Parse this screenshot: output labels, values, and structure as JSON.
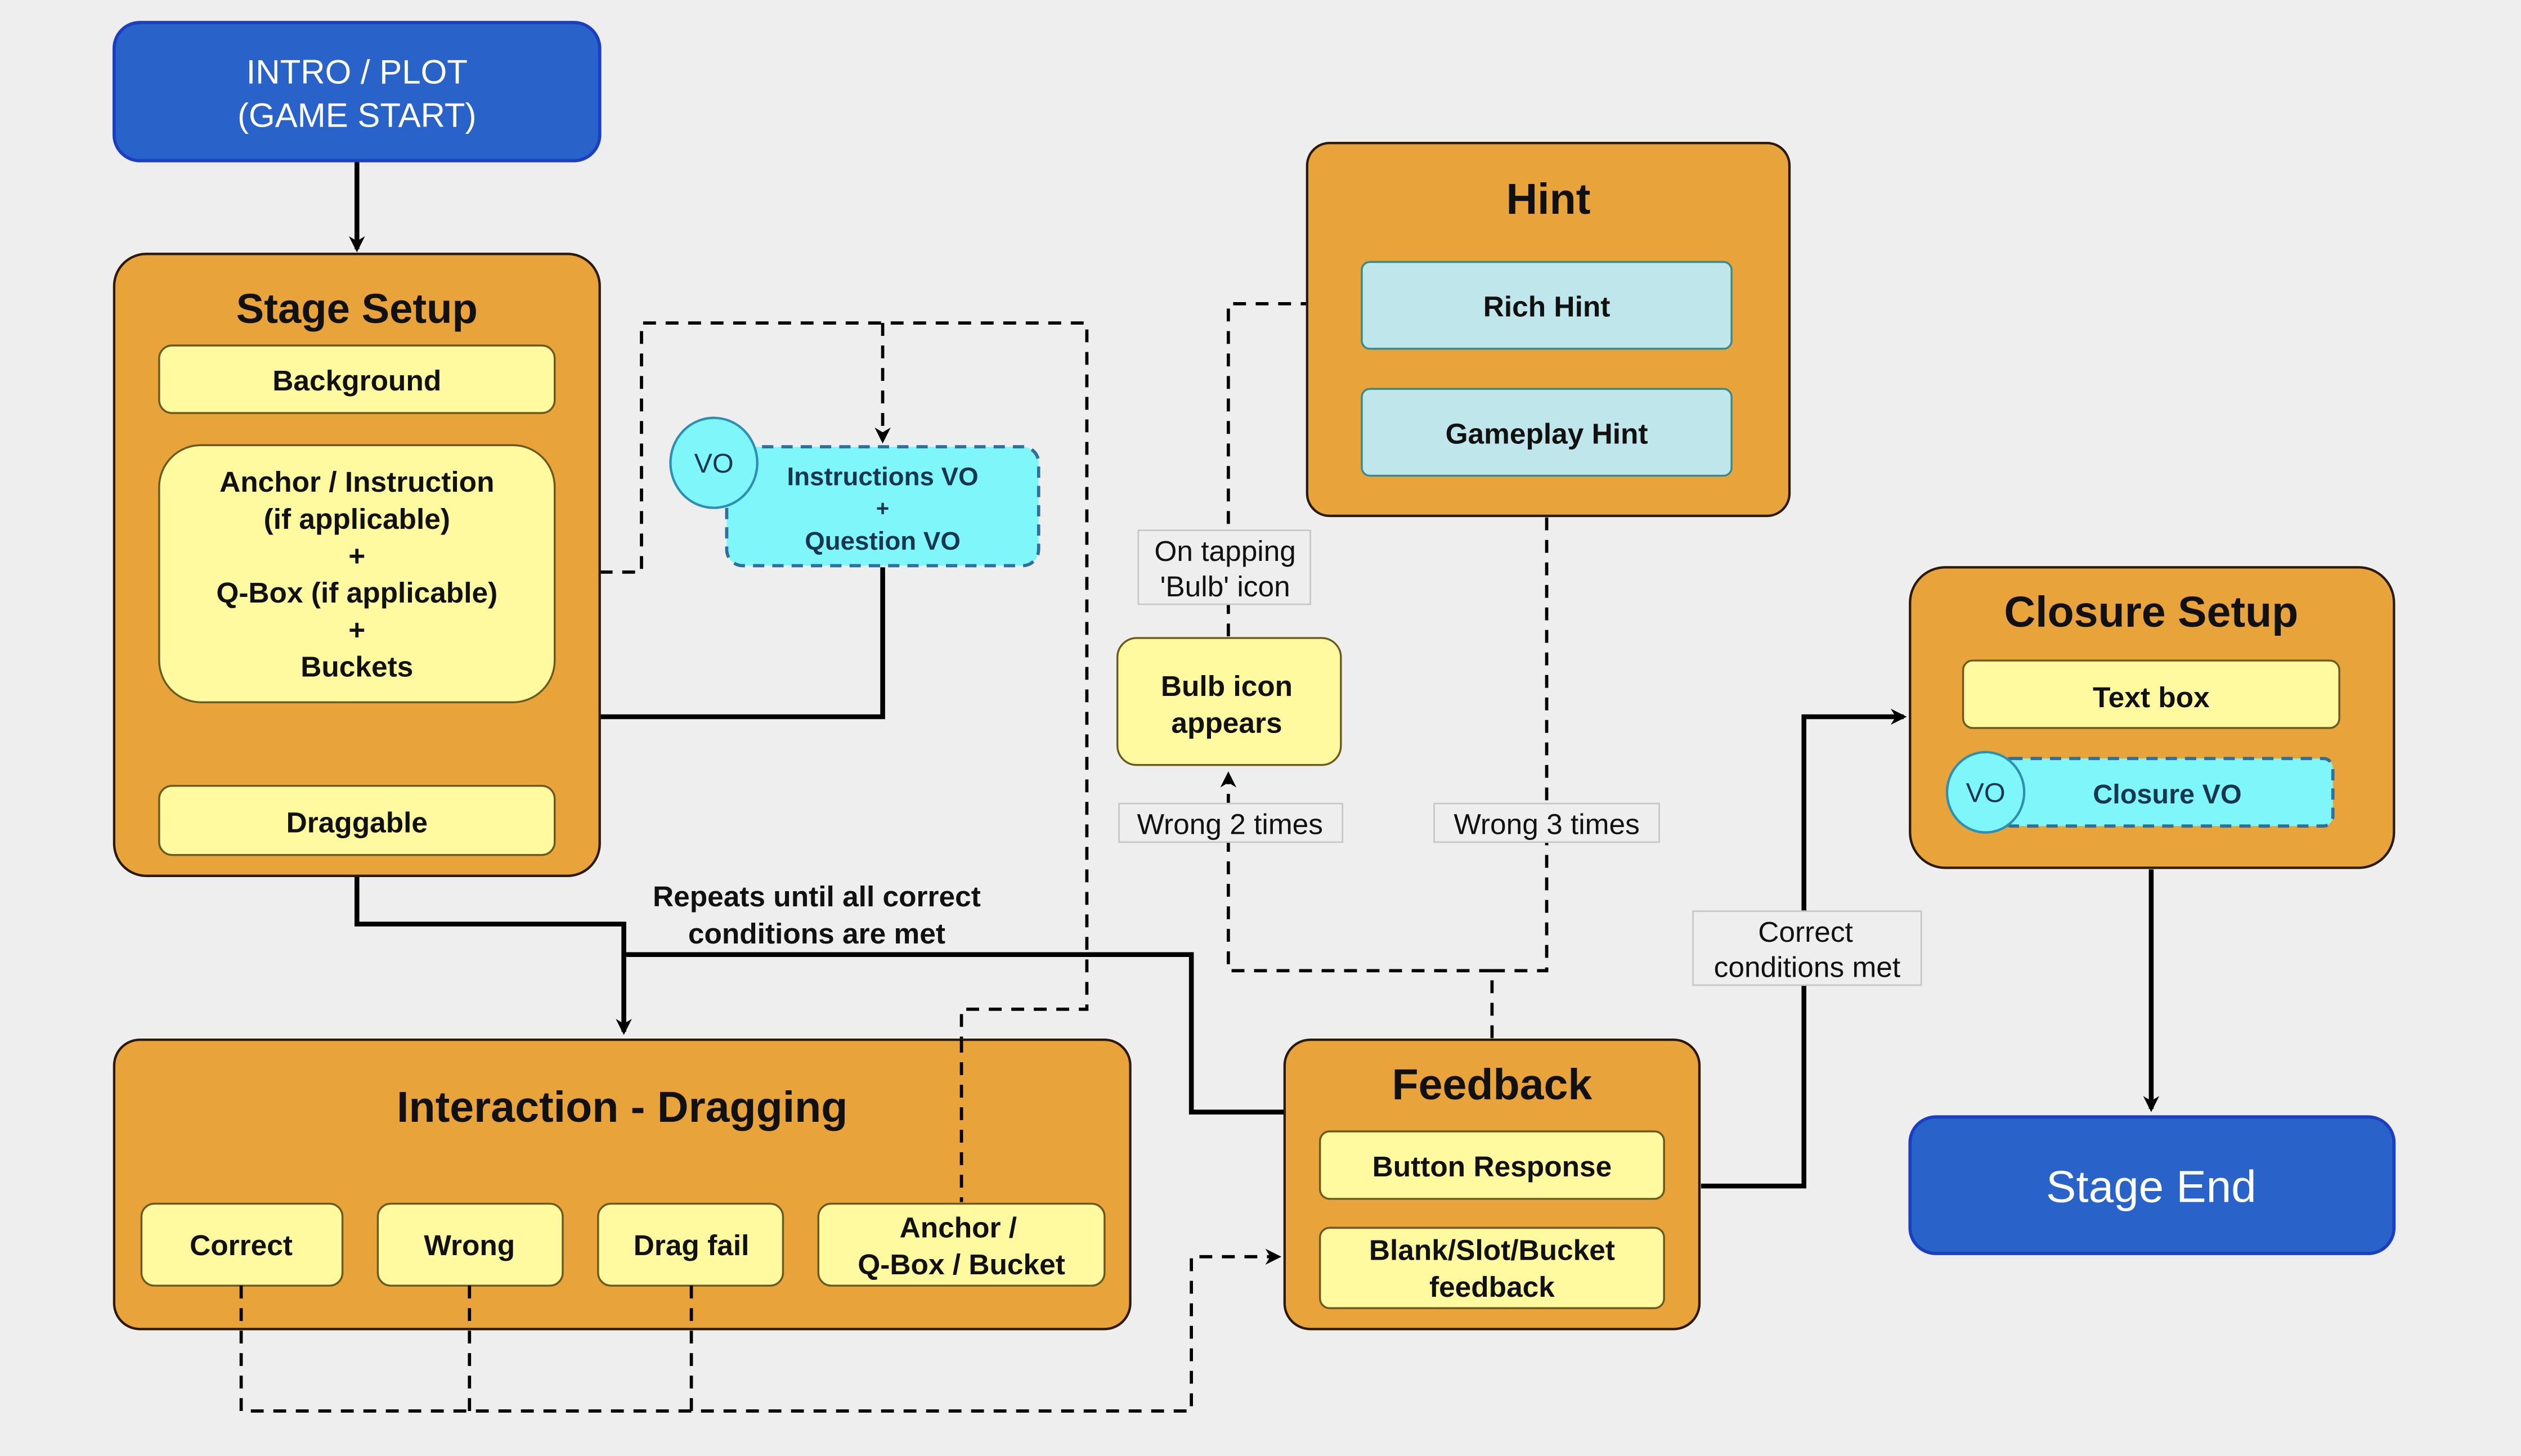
{
  "colors": {
    "background": "#eeeeee",
    "container_fill": "#e8a33a",
    "item_fill": "#fff9a0",
    "hint_item_fill": "#bfe6ea",
    "vo_fill": "#7ff7fa",
    "terminal_fill": "#2962c8"
  },
  "nodes": {
    "intro": {
      "line1": "INTRO / PLOT",
      "line2": "(GAME START)"
    },
    "stage_setup": {
      "title": "Stage Setup",
      "background": "Background",
      "anchor_lines": [
        "Anchor / Instruction",
        "(if applicable)",
        "+",
        "Q-Box (if applicable)",
        "+",
        "Buckets"
      ],
      "draggable": "Draggable"
    },
    "instructions_vo": {
      "badge": "VO",
      "lines": [
        "Instructions VO",
        "+",
        "Question VO"
      ]
    },
    "hint": {
      "title": "Hint",
      "rich": "Rich Hint",
      "gameplay": "Gameplay Hint"
    },
    "bulb": {
      "lines": [
        "Bulb icon",
        "appears"
      ]
    },
    "closure_setup": {
      "title": "Closure Setup",
      "text_box": "Text box",
      "vo_badge": "VO",
      "closure_vo": "Closure VO"
    },
    "interaction": {
      "title": "Interaction - Dragging",
      "correct": "Correct",
      "wrong": "Wrong",
      "drag_fail": "Drag fail",
      "anchor_lines": [
        "Anchor /",
        "Q-Box / Bucket"
      ]
    },
    "feedback": {
      "title": "Feedback",
      "button_response": "Button Response",
      "blank_lines": [
        "Blank/Slot/Bucket",
        "feedback"
      ]
    },
    "stage_end": {
      "label": "Stage End"
    }
  },
  "edge_labels": {
    "on_tapping": [
      "On tapping",
      "'Bulb' icon"
    ],
    "wrong_2": "Wrong 2 times",
    "wrong_3": "Wrong 3 times",
    "repeats": [
      "Repeats until all correct",
      "conditions are met"
    ],
    "correct_met": [
      "Correct",
      "conditions met"
    ]
  }
}
